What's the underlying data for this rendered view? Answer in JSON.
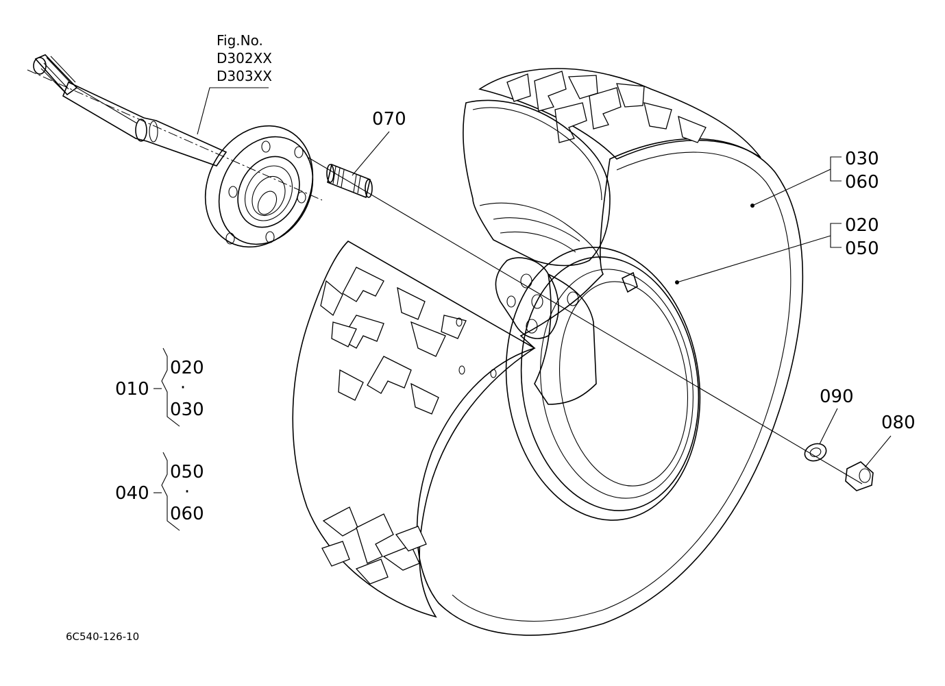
{
  "fig": {
    "title": "Fig.No.",
    "numbers": [
      "D302XX",
      "D303XX"
    ]
  },
  "callouts": {
    "p070": "070",
    "p030": "030",
    "p060": "060",
    "p020": "020",
    "p050": "050",
    "p090": "090",
    "p080": "080"
  },
  "assemblies": [
    {
      "parent": "010",
      "first": "020",
      "sep": "·",
      "last": "030"
    },
    {
      "parent": "040",
      "first": "050",
      "sep": "·",
      "last": "060"
    }
  ],
  "drawing_code": "6C540-126-10"
}
